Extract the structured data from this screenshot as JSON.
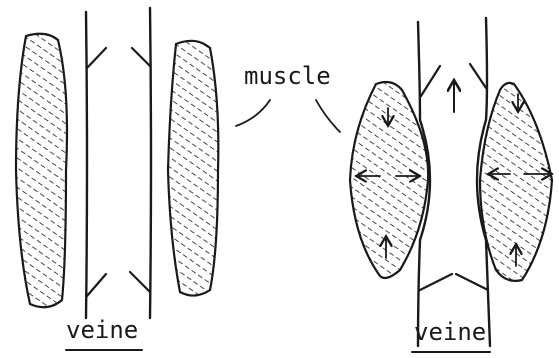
{
  "labels": {
    "muscle": "muscle",
    "vein_left": "veine",
    "vein_right": "veine"
  },
  "colors": {
    "ink": "#1a1a1a",
    "background": "#ffffff"
  }
}
